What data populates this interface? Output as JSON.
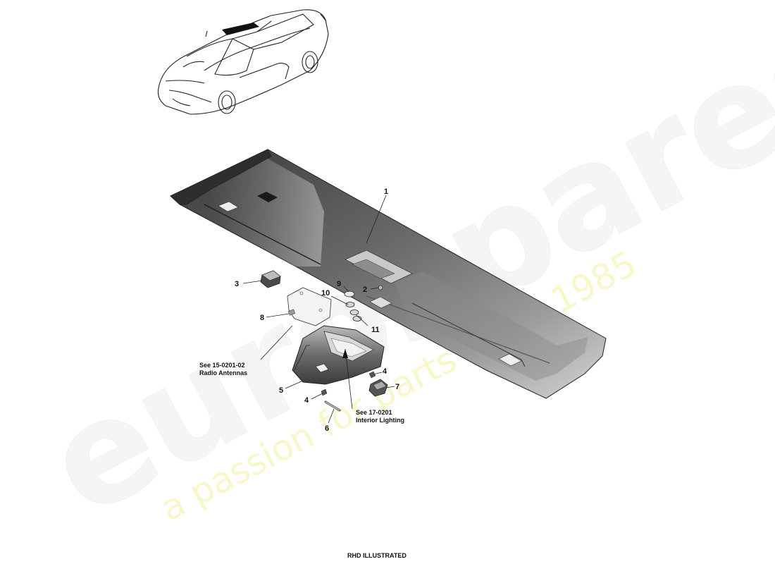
{
  "watermark": {
    "brand": "eurospares",
    "slogan": "a passion for parts since 1985"
  },
  "callouts": [
    {
      "id": "1",
      "label": "1"
    },
    {
      "id": "2",
      "label": "2"
    },
    {
      "id": "3",
      "label": "3"
    },
    {
      "id": "4a",
      "label": "4"
    },
    {
      "id": "4b",
      "label": "4"
    },
    {
      "id": "5",
      "label": "5"
    },
    {
      "id": "6",
      "label": "6"
    },
    {
      "id": "7",
      "label": "7"
    },
    {
      "id": "8",
      "label": "8"
    },
    {
      "id": "9",
      "label": "9"
    },
    {
      "id": "10",
      "label": "10"
    },
    {
      "id": "11",
      "label": "11"
    }
  ],
  "references": {
    "radio": {
      "line1": "See 15-0201-02",
      "line2": "Radio Antennas"
    },
    "lighting": {
      "line1": "See 17-0201",
      "line2": "Interior Lighting"
    }
  },
  "footer": {
    "text": "RHD ILLUSTRATED"
  }
}
